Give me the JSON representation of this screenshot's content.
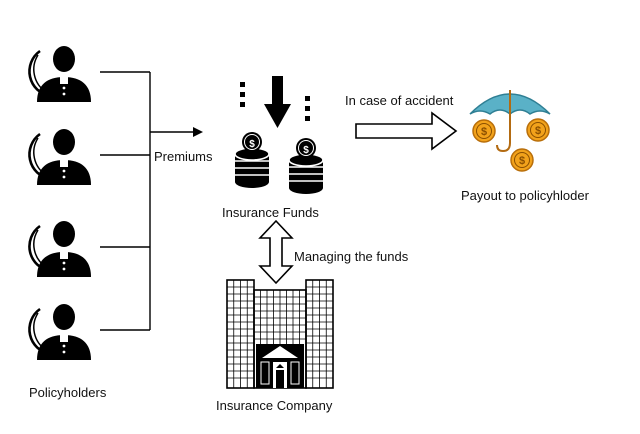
{
  "diagram": {
    "labels": {
      "policyholders": "Policyholders",
      "premiums": "Premiums",
      "insurance_funds": "Insurance Funds",
      "in_case_of_accident": "In case of accident",
      "payout": "Payout to policyhloder",
      "managing_funds": "Managing the funds",
      "insurance_company": "Insurance Company"
    },
    "coin_symbol": "$",
    "icons": [
      "person-icon",
      "coin-stack-icon",
      "down-arrow-icon",
      "umbrella-icon",
      "coin-icon",
      "office-building-icon"
    ],
    "colors": {
      "ink": "#000000",
      "umbrella": "#5ab1c7",
      "coin": "#f2a21b",
      "coin_edge": "#b86e0a"
    }
  }
}
